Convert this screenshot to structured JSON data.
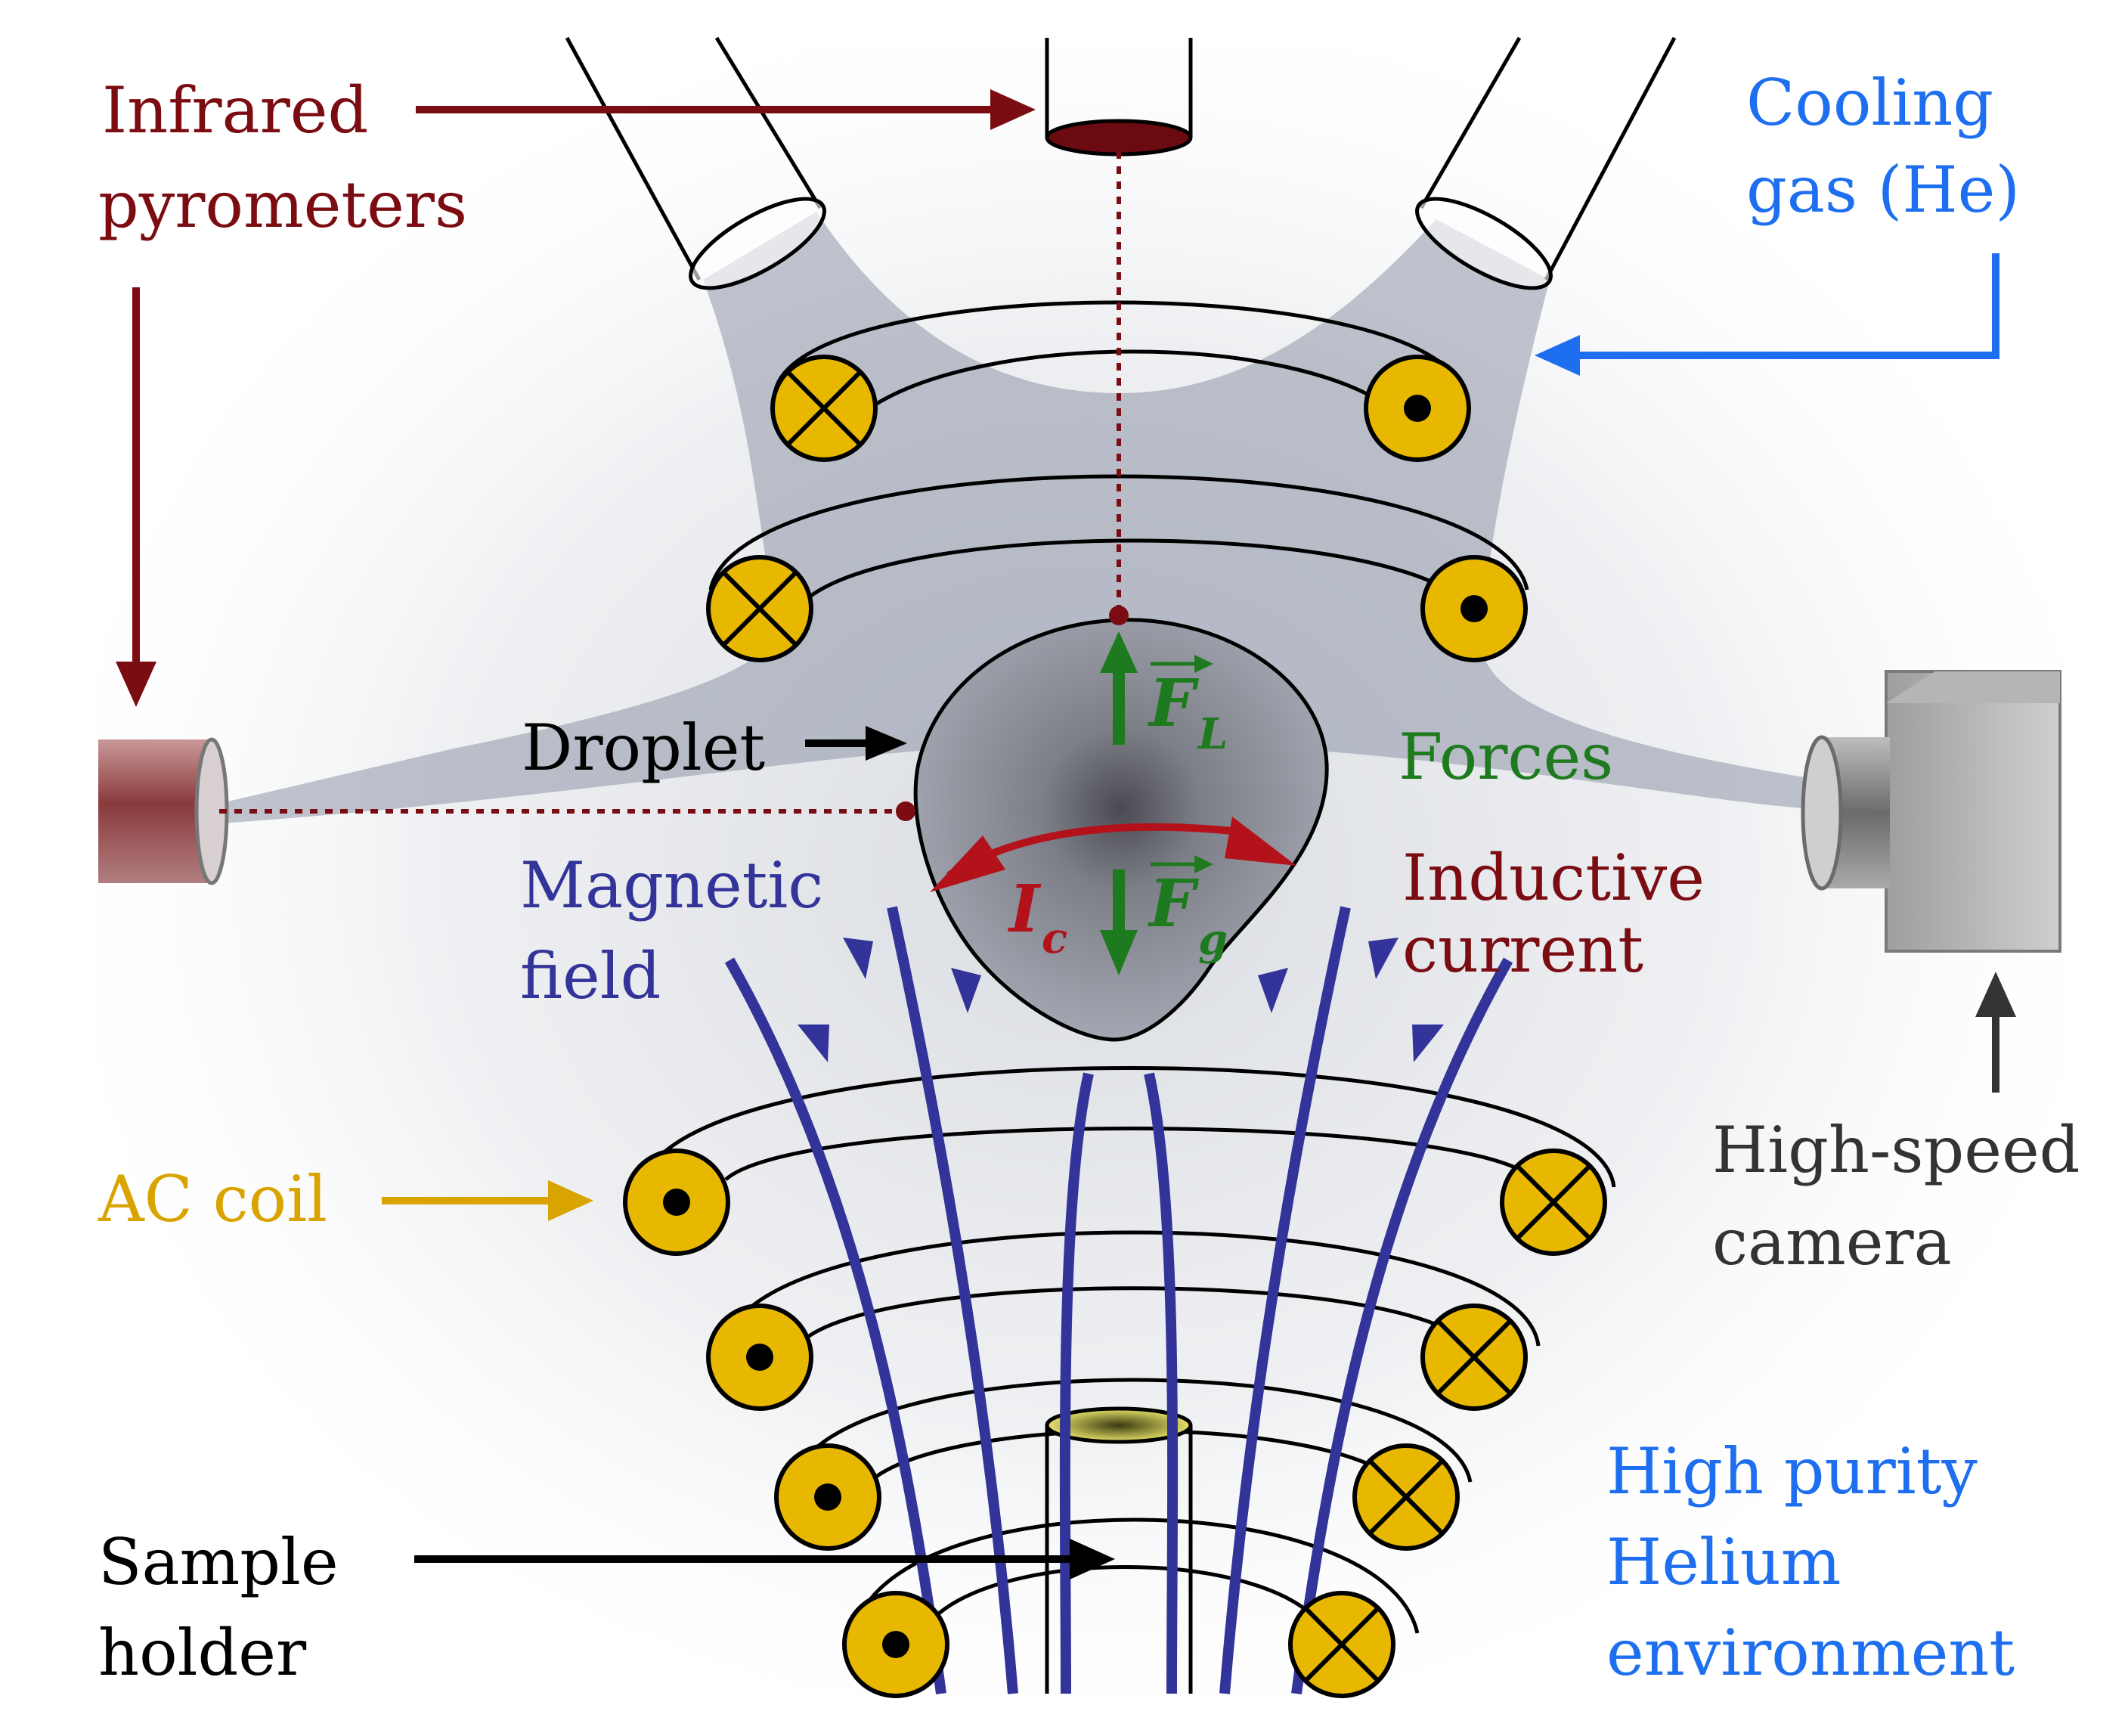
{
  "labels": {
    "pyrometers": [
      "Infrared",
      "pyrometers"
    ],
    "cooling_gas": [
      "Cooling",
      "gas (He)"
    ],
    "droplet": "Droplet",
    "forces": "Forces",
    "magnetic_field": [
      "Magnetic",
      "field"
    ],
    "inductive_current": [
      "Inductive",
      "current"
    ],
    "ac_coil": "AC coil",
    "camera": [
      "High-speed",
      "camera"
    ],
    "sample_holder": [
      "Sample",
      "holder"
    ],
    "environment": [
      "High purity",
      "Helium",
      "environment"
    ]
  },
  "symbols": {
    "lorentz_force": {
      "base": "F",
      "sub": "L"
    },
    "gravity_force": {
      "base": "F",
      "sub": "g"
    },
    "current": {
      "base": "I",
      "sub": "c"
    }
  },
  "colors": {
    "pyrometer": "#7a0c12",
    "cooling": "#1e6ff0",
    "force": "#1e7a1e",
    "magnetic": "#33349a",
    "current": "#b3121a",
    "coil": "#e8b800",
    "coil_label": "#d9a400",
    "camera_label": "#333333",
    "black": "#000000"
  },
  "icons": {
    "coil_into": "cross-circle-icon",
    "coil_out": "dot-circle-icon"
  }
}
